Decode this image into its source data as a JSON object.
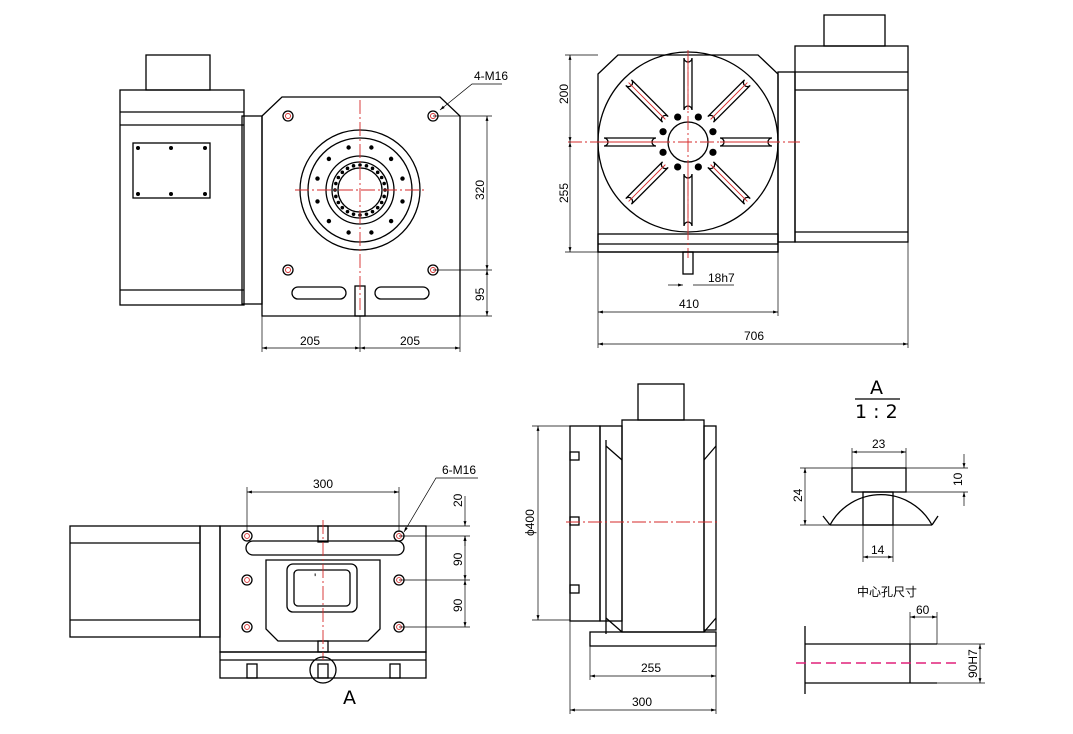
{
  "views": {
    "front": {
      "thread_callout": "4-M16",
      "dim_vertical": [
        "320",
        "95"
      ],
      "dim_horizontal": [
        "205",
        "205"
      ]
    },
    "top_right": {
      "dim_vertical": [
        "200",
        "255"
      ],
      "slot_callout": "18h7",
      "dim_horizontal": [
        "410",
        "706"
      ]
    },
    "bottom_left": {
      "thread_callout": "6-M16",
      "dim_top": "300",
      "dim_vertical": [
        "20",
        "90",
        "90"
      ],
      "section_marker": "A"
    },
    "side": {
      "diameter": "ϕ400",
      "dim_horizontal": [
        "255",
        "300"
      ]
    },
    "detail_a": {
      "label": "A",
      "scale": "1 : 2",
      "dim_top": "23",
      "dim_right": "10",
      "dim_left": "24",
      "dim_bottom": "14"
    },
    "center_hole": {
      "title": "中心孔尺寸",
      "dim_top": "60",
      "dim_right": "90H7"
    }
  }
}
